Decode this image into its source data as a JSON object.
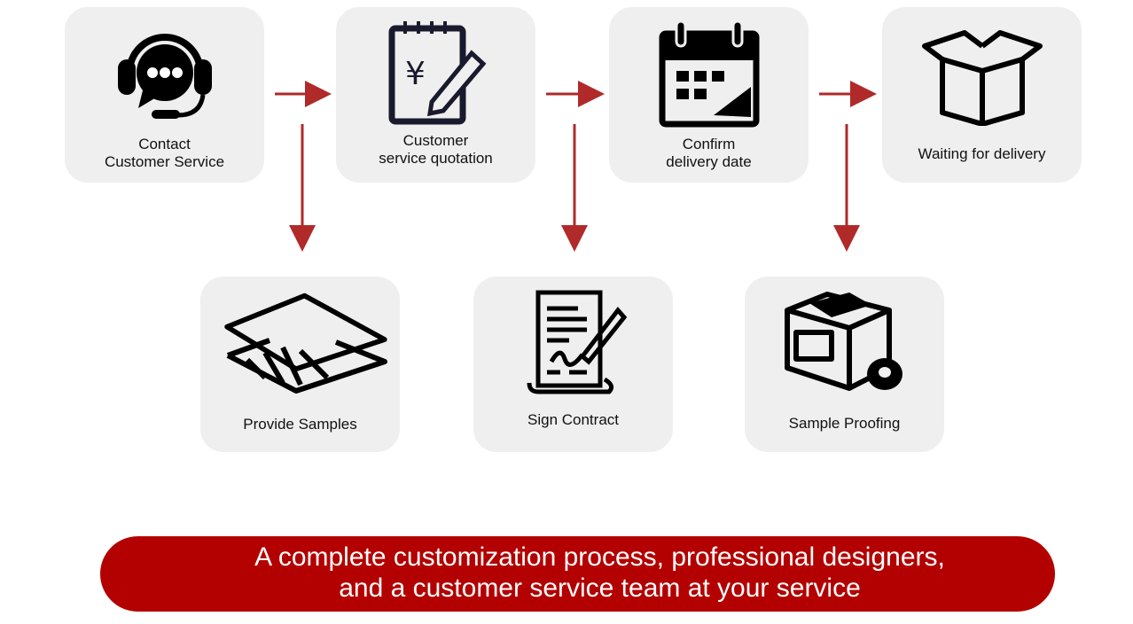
{
  "steps": [
    {
      "label_line1": "Contact",
      "label_line2": "Customer Service",
      "icon": "headset-chat-icon"
    },
    {
      "label_line1": "Customer",
      "label_line2": "service quotation",
      "icon": "quotation-notepad-icon"
    },
    {
      "label_line1": "Confirm",
      "label_line2": "delivery date",
      "icon": "calendar-icon"
    },
    {
      "label_line1": "Waiting for delivery",
      "icon": "open-box-icon"
    },
    {
      "label_line1": "Provide Samples",
      "icon": "layers-icon"
    },
    {
      "label_line1": "Sign Contract",
      "icon": "contract-pen-icon"
    },
    {
      "label_line1": "Sample Proofing",
      "icon": "package-tape-icon"
    }
  ],
  "banner": {
    "line1": "A complete customization process, professional designers,",
    "line2": "and a customer service team at your service"
  },
  "colors": {
    "accent": "#b30000",
    "arrow": "#b02a2a",
    "card": "#efefef"
  }
}
